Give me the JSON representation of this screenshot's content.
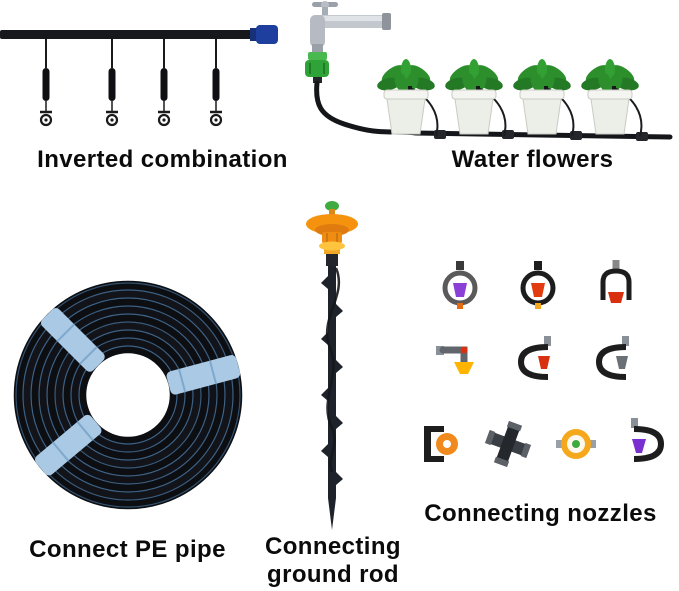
{
  "page": {
    "background": "#ffffff"
  },
  "labels": {
    "inverted_combination": "Inverted combination",
    "water_flowers": "Water flowers",
    "connect_pe_pipe": "Connect PE pipe",
    "connecting_ground_rod": "Connecting ground rod",
    "connecting_nozzles": "Connecting nozzles"
  },
  "colors": {
    "text": "#0b0b0b",
    "pipe_black": "#17181c",
    "end_plug_blue": "#1f3f9e",
    "faucet_chrome": "#c3c8cf",
    "faucet_green": "#2fa338",
    "tube_black": "#14161a",
    "pot_white": "#eceee8",
    "leaf_green": "#2c8f2c",
    "coil_black": "#0c0e12",
    "coil_stripe_blue": "#4f7fae",
    "coil_tie_blue": "#a9c9e4",
    "rod_dark": "#1e222a",
    "sprinkler_orange": "#f5930f",
    "sprinkler_collar_yellow": "#ffc43d",
    "sprinkler_tip_green": "#3faa3f"
  },
  "nozzles": {
    "items": [
      {
        "name": "rotary-sprinkler-purple",
        "accent": "#8a3fd6"
      },
      {
        "name": "rotary-sprinkler-red",
        "accent": "#e23b10"
      },
      {
        "name": "arch-sprinkler-red",
        "accent": "#d93010"
      },
      {
        "name": "micro-sprayer-orange-funnel",
        "accent": "#ffb400"
      },
      {
        "name": "c-bracket-dripper-red",
        "accent": "#d93010"
      },
      {
        "name": "c-bracket-dripper-gray",
        "accent": "#6b7077"
      },
      {
        "name": "bracket-sprinkler-orange-disc",
        "accent": "#f08a1d"
      },
      {
        "name": "cross-connector",
        "accent": "#3a3f45"
      },
      {
        "name": "round-sprinkler-yellow",
        "accent": "#f5a81c"
      },
      {
        "name": "bracket-sprinkler-purple-funnel",
        "accent": "#7a2fd0"
      }
    ]
  }
}
